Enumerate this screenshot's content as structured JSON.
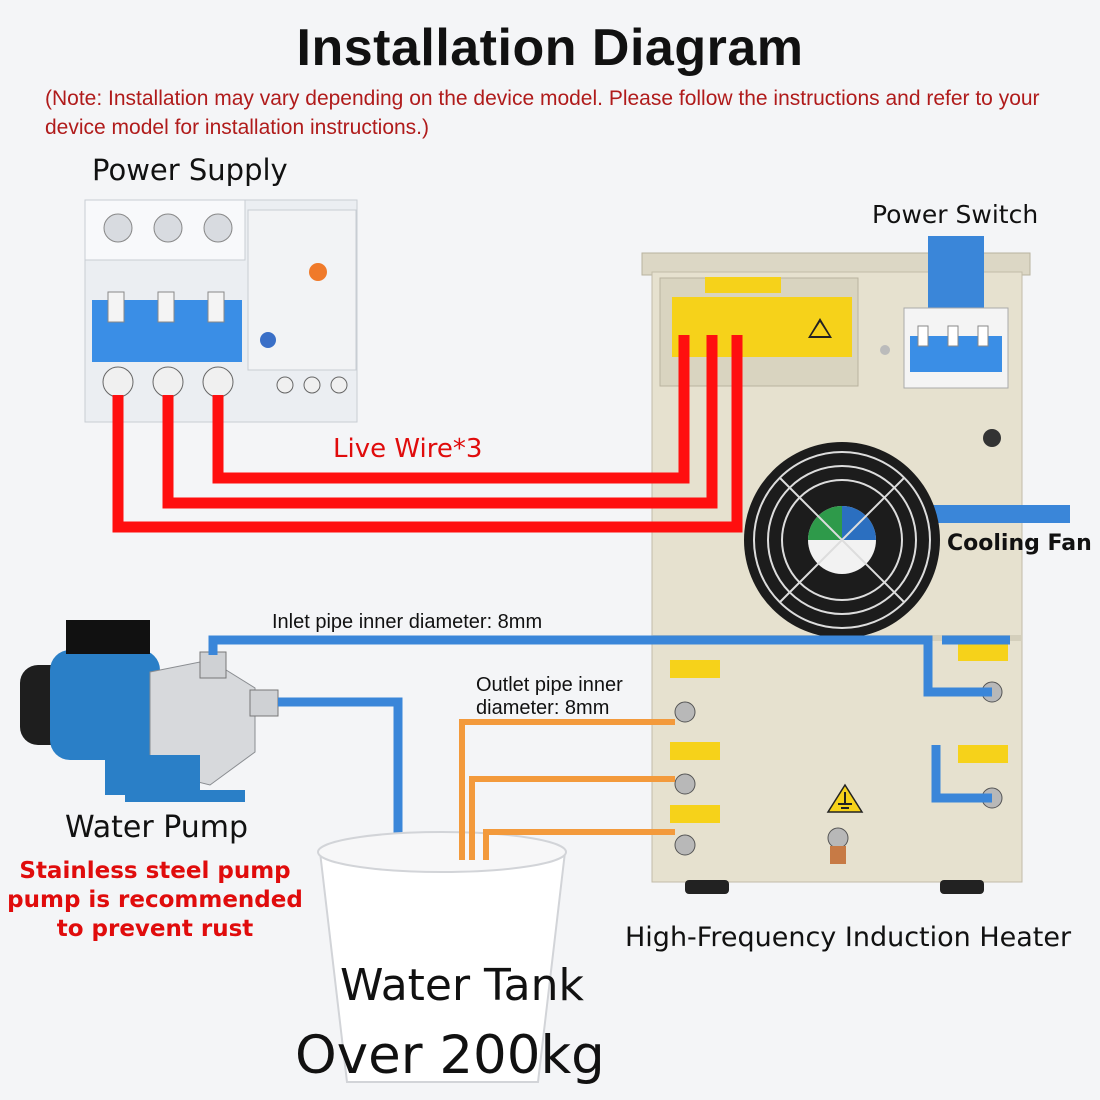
{
  "title": "Installation Diagram",
  "note": "(Note: Installation may vary depending on the device model. Please follow the instructions and refer to your device model for installation instructions.)",
  "labels": {
    "power_supply": "Power Supply",
    "power_switch": "Power Switch",
    "live_wire": "Live Wire*3",
    "cooling_fan": "Cooling Fan",
    "inlet_pipe": "Inlet pipe inner diameter: 8mm",
    "outlet_pipe": "Outlet pipe inner diameter: 8mm",
    "water_pump": "Water Pump",
    "pump_note": "Stainless steel pump pump is recommended to prevent rust",
    "heater": "High-Frequency Induction Heater",
    "water_tank": "Water Tank",
    "tank_weight": "Over 200kg"
  },
  "colors": {
    "live_wire": "#ff0f0f",
    "inlet_pipe": "#3a86d9",
    "outlet_pipe": "#f39a3c",
    "heater_body": "#e6e1cf",
    "breaker_blue": "#3a8ee6",
    "note_red": "#b01b1b"
  },
  "icons": {
    "power_supply": "circuit-breaker-icon",
    "heater": "induction-heater-icon",
    "pump": "water-pump-icon",
    "tank": "bucket-icon",
    "fan": "fan-icon",
    "ground": "ground-warning-icon"
  }
}
